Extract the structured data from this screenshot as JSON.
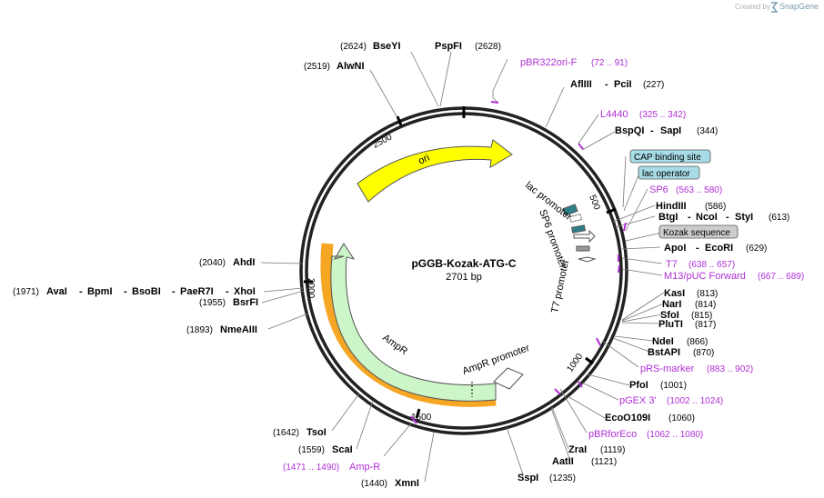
{
  "credit": {
    "created_by": "Created by",
    "brand": "SnapGene"
  },
  "plasmid": {
    "name": "pGGB-Kozak-ATG-C",
    "size": "2701 bp"
  },
  "ticks": [
    "500",
    "1000",
    "1500",
    "2000",
    "2500"
  ],
  "features": {
    "ori": "ori",
    "ampr": "AmpR",
    "ampr_promoter": "AmpR promoter",
    "lac_promoter": "lac promoter",
    "sp6_promoter": "SP6 promoter",
    "t7_promoter": "T7 promoter"
  },
  "boxes": {
    "cap": "CAP binding site",
    "lac_operator": "lac operator",
    "kozak": "Kozak sequence"
  },
  "right_labels": {
    "afliii": "AflIII",
    "pcii": "PciI",
    "afliii_pos": "(227)",
    "bspqi": "BspQI",
    "sapi": "SapI",
    "bspqi_pos": "(344)",
    "hindiii": "HindIII",
    "hindiii_pos": "(586)",
    "btgi": "BtgI",
    "ncoi": "NcoI",
    "styi": "StyI",
    "btgi_pos": "(613)",
    "apoi": "ApoI",
    "ecori": "EcoRI",
    "apoi_pos": "(629)",
    "kasi": "KasI",
    "kasi_pos": "(813)",
    "nari": "NarI",
    "nari_pos": "(814)",
    "sfoi": "SfoI",
    "sfoi_pos": "(815)",
    "pluti": "PluTI",
    "pluti_pos": "(817)",
    "ndei": "NdeI",
    "ndei_pos": "(866)",
    "bstapi": "BstAPI",
    "bstapi_pos": "(870)",
    "pfoi": "PfoI",
    "pfoi_pos": "(1001)",
    "eco0109i": "EcoO109I",
    "eco0109i_pos": "(1060)",
    "zrai": "ZraI",
    "zrai_pos": "(1119)",
    "aatii": "AatII",
    "aatii_pos": "(1121)",
    "sspi": "SspI",
    "sspi_pos": "(1235)"
  },
  "left_labels": {
    "bseyi_pos": "(2624)",
    "bseyi": "BseYI",
    "pspfi": "PspFI",
    "pspfi_pos": "(2628)",
    "alwni_pos": "(2519)",
    "alwni": "AlwNI",
    "ahdi_pos": "(2040)",
    "ahdi": "AhdI",
    "avai_pos": "(1971)",
    "avai": "AvaI",
    "bpmi": "BpmI",
    "bsobi": "BsoBI",
    "paer7i": "PaeR7I",
    "xhoi": "XhoI",
    "bsrfi_pos": "(1955)",
    "bsrfi": "BsrFI",
    "nmeaiii_pos": "(1893)",
    "nmeaiii": "NmeAIII",
    "tsoi_pos": "(1642)",
    "tsoi": "TsoI",
    "scai_pos": "(1559)",
    "scai": "ScaI",
    "xmni_pos": "(1440)",
    "xmni": "XmnI"
  },
  "primers": {
    "pbr322": "pBR322ori-F",
    "pbr322_pos": "(72 .. 91)",
    "l4440": "L4440",
    "l4440_pos": "(325 .. 342)",
    "sp6": "SP6",
    "sp6_pos": "(563 .. 580)",
    "t7": "T7",
    "t7_pos": "(638 .. 657)",
    "m13": "M13/pUC Forward",
    "m13_pos": "(667 .. 689)",
    "prs": "pRS-marker",
    "prs_pos": "(883 .. 902)",
    "pgex": "pGEX 3'",
    "pgex_pos": "(1002 .. 1024)",
    "pbrfor": "pBRforEco",
    "pbrfor_pos": "(1062 .. 1080)",
    "ampr_primer": "Amp-R",
    "ampr_primer_pos": "(1471 .. 1490)"
  },
  "colors": {
    "ori": "#ffff00",
    "ampr": "#ccf5c8",
    "ampr_outline": "#f5a623",
    "primer": "#b02fd6",
    "box_teal": "#a7dbe6",
    "box_grey": "#cccccc",
    "feature_teal": "#2f7f8a"
  }
}
